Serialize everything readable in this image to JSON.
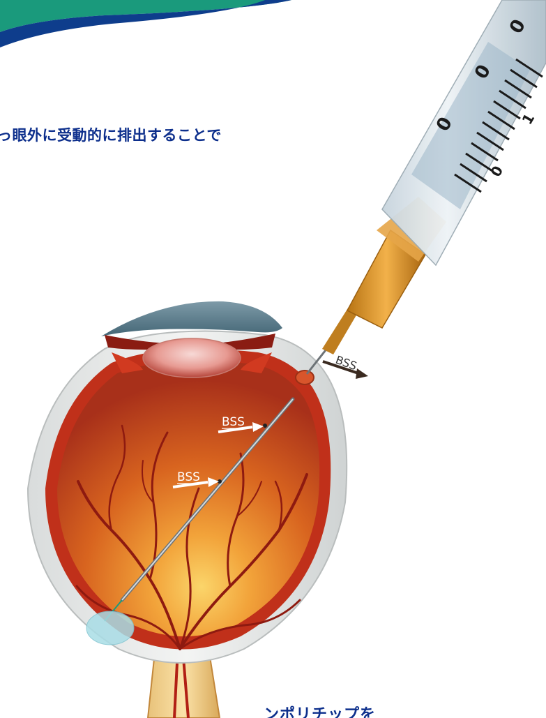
{
  "text": {
    "top_line": "っ眼外に受動的に排出することで",
    "bottom_line": "ンポリチップを"
  },
  "labels": {
    "bss_upper": "BSS",
    "bss_lower": "BSS",
    "bss_outflow": "BSS"
  },
  "syringe_scale": {
    "numbers": [
      "0",
      "0",
      "0",
      "0",
      "1"
    ]
  },
  "colors": {
    "banner_teal": "#1a9a7c",
    "banner_navy": "#0e3d8c",
    "text_navy": "#0d2f8c",
    "retina_red": "#c0301a",
    "needle_hub_orange": "#d99a2e"
  }
}
